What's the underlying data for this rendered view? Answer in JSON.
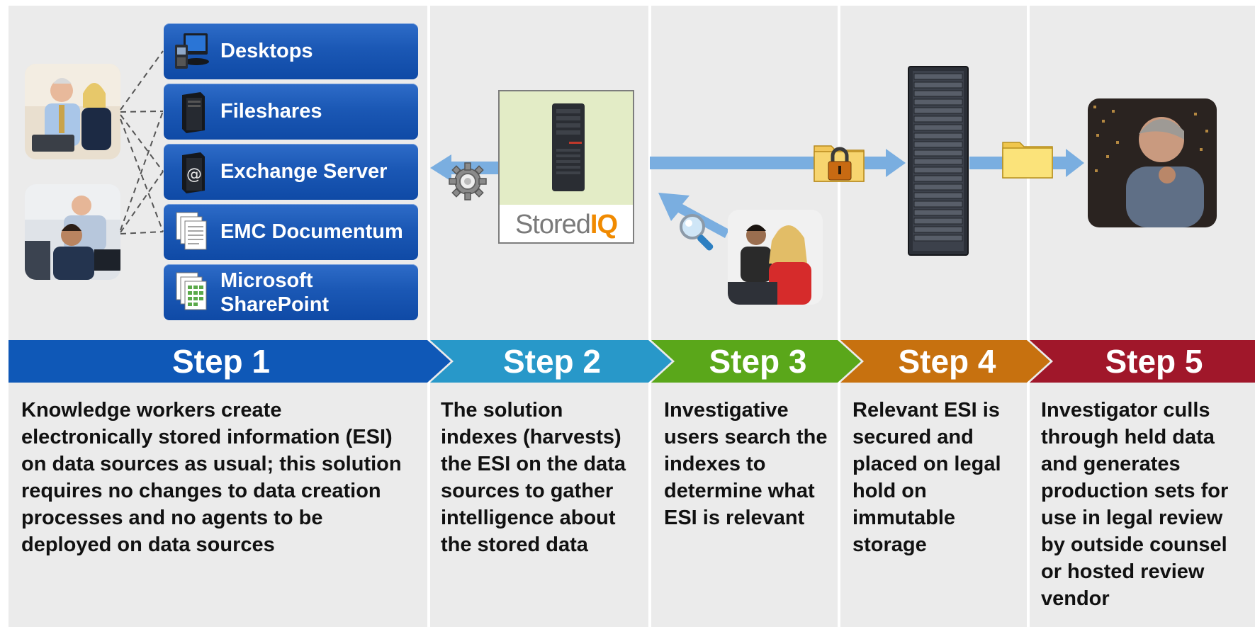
{
  "sources": [
    {
      "label": "Desktops",
      "icon": "desktop-pc-icon"
    },
    {
      "label": "Fileshares",
      "icon": "file-server-icon"
    },
    {
      "label": "Exchange Server",
      "icon": "exchange-server-icon"
    },
    {
      "label": "EMC Documentum",
      "icon": "documents-icon"
    },
    {
      "label": "Microsoft SharePoint",
      "icon": "spreadsheet-docs-icon"
    }
  ],
  "storediq": {
    "logo_part1": "Stored",
    "logo_part2": "IQ"
  },
  "steps": [
    {
      "label": "Step 1",
      "color": "#0f58b7",
      "description": "Knowledge workers create electronically stored information (ESI) on data sources as usual; this solution requires no changes to data creation processes and no agents to be deployed on data sources"
    },
    {
      "label": "Step 2",
      "color": "#2898c9",
      "description": "The solution indexes (harvests) the ESI on the data sources to gather intelligence about the stored data"
    },
    {
      "label": "Step 3",
      "color": "#5aa71a",
      "description": "Investigative users search the indexes to determine what ESI is relevant"
    },
    {
      "label": "Step 4",
      "color": "#c7710f",
      "description": "Relevant ESI is secured and placed on legal hold on immutable storage"
    },
    {
      "label": "Step 5",
      "color": "#a0172a",
      "description": "Investigator culls through held data and generates production sets for use in legal review by outside counsel or hosted review vendor"
    }
  ],
  "colors": {
    "arrow": "#7aaee0",
    "background": "#ebebeb"
  }
}
